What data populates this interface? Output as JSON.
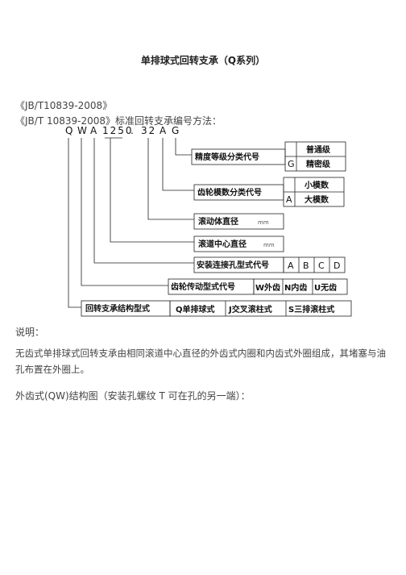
{
  "title": "单排球式回转支承（Q系列）",
  "standard_line": "《JB/T10839-2008》",
  "method_line": "《JB/T 10839-2008》标准回转支承编号方法：",
  "code": {
    "q": "Q",
    "w": "W",
    "a": "A",
    "diameter": "1250",
    "dot": ".",
    "modulus": "32",
    "a2": "A",
    "g": "G"
  },
  "labels": {
    "precision": "精度等级分类代号",
    "gear_mod": "齿轮模数分类代号",
    "ball_dia": "滚动体直径",
    "race_dia": "滚道中心直径",
    "install": "安装连接孔型式代号",
    "gear_drive": "齿轮传动型式代号",
    "structure": "回转支承结构型式",
    "unit_mm": "mm"
  },
  "options": {
    "blank": "",
    "ordinary": "普通级",
    "g": "G",
    "precise": "精密级",
    "small_mod": "小模数",
    "a": "A",
    "large_mod": "大模数",
    "install_a": "A",
    "install_b": "B",
    "install_c": "C",
    "install_d": "D",
    "w_ext": "W外齿",
    "n_int": "N内齿",
    "u_none": "U无齿",
    "q_ball": "Q单排球式",
    "j_cross": "J交叉滚柱式",
    "s_three": "S三排滚柱式"
  },
  "explain_label": "说明：",
  "explain_text": "无齿式单排球式回转支承由相同滚道中心直径的外齿式内圈和内齿式外圈组成，其堵塞与油孔布置在外圈上。",
  "figure_caption": "外齿式(QW)结构图（安装孔螺纹 T 可在孔的另一端）："
}
